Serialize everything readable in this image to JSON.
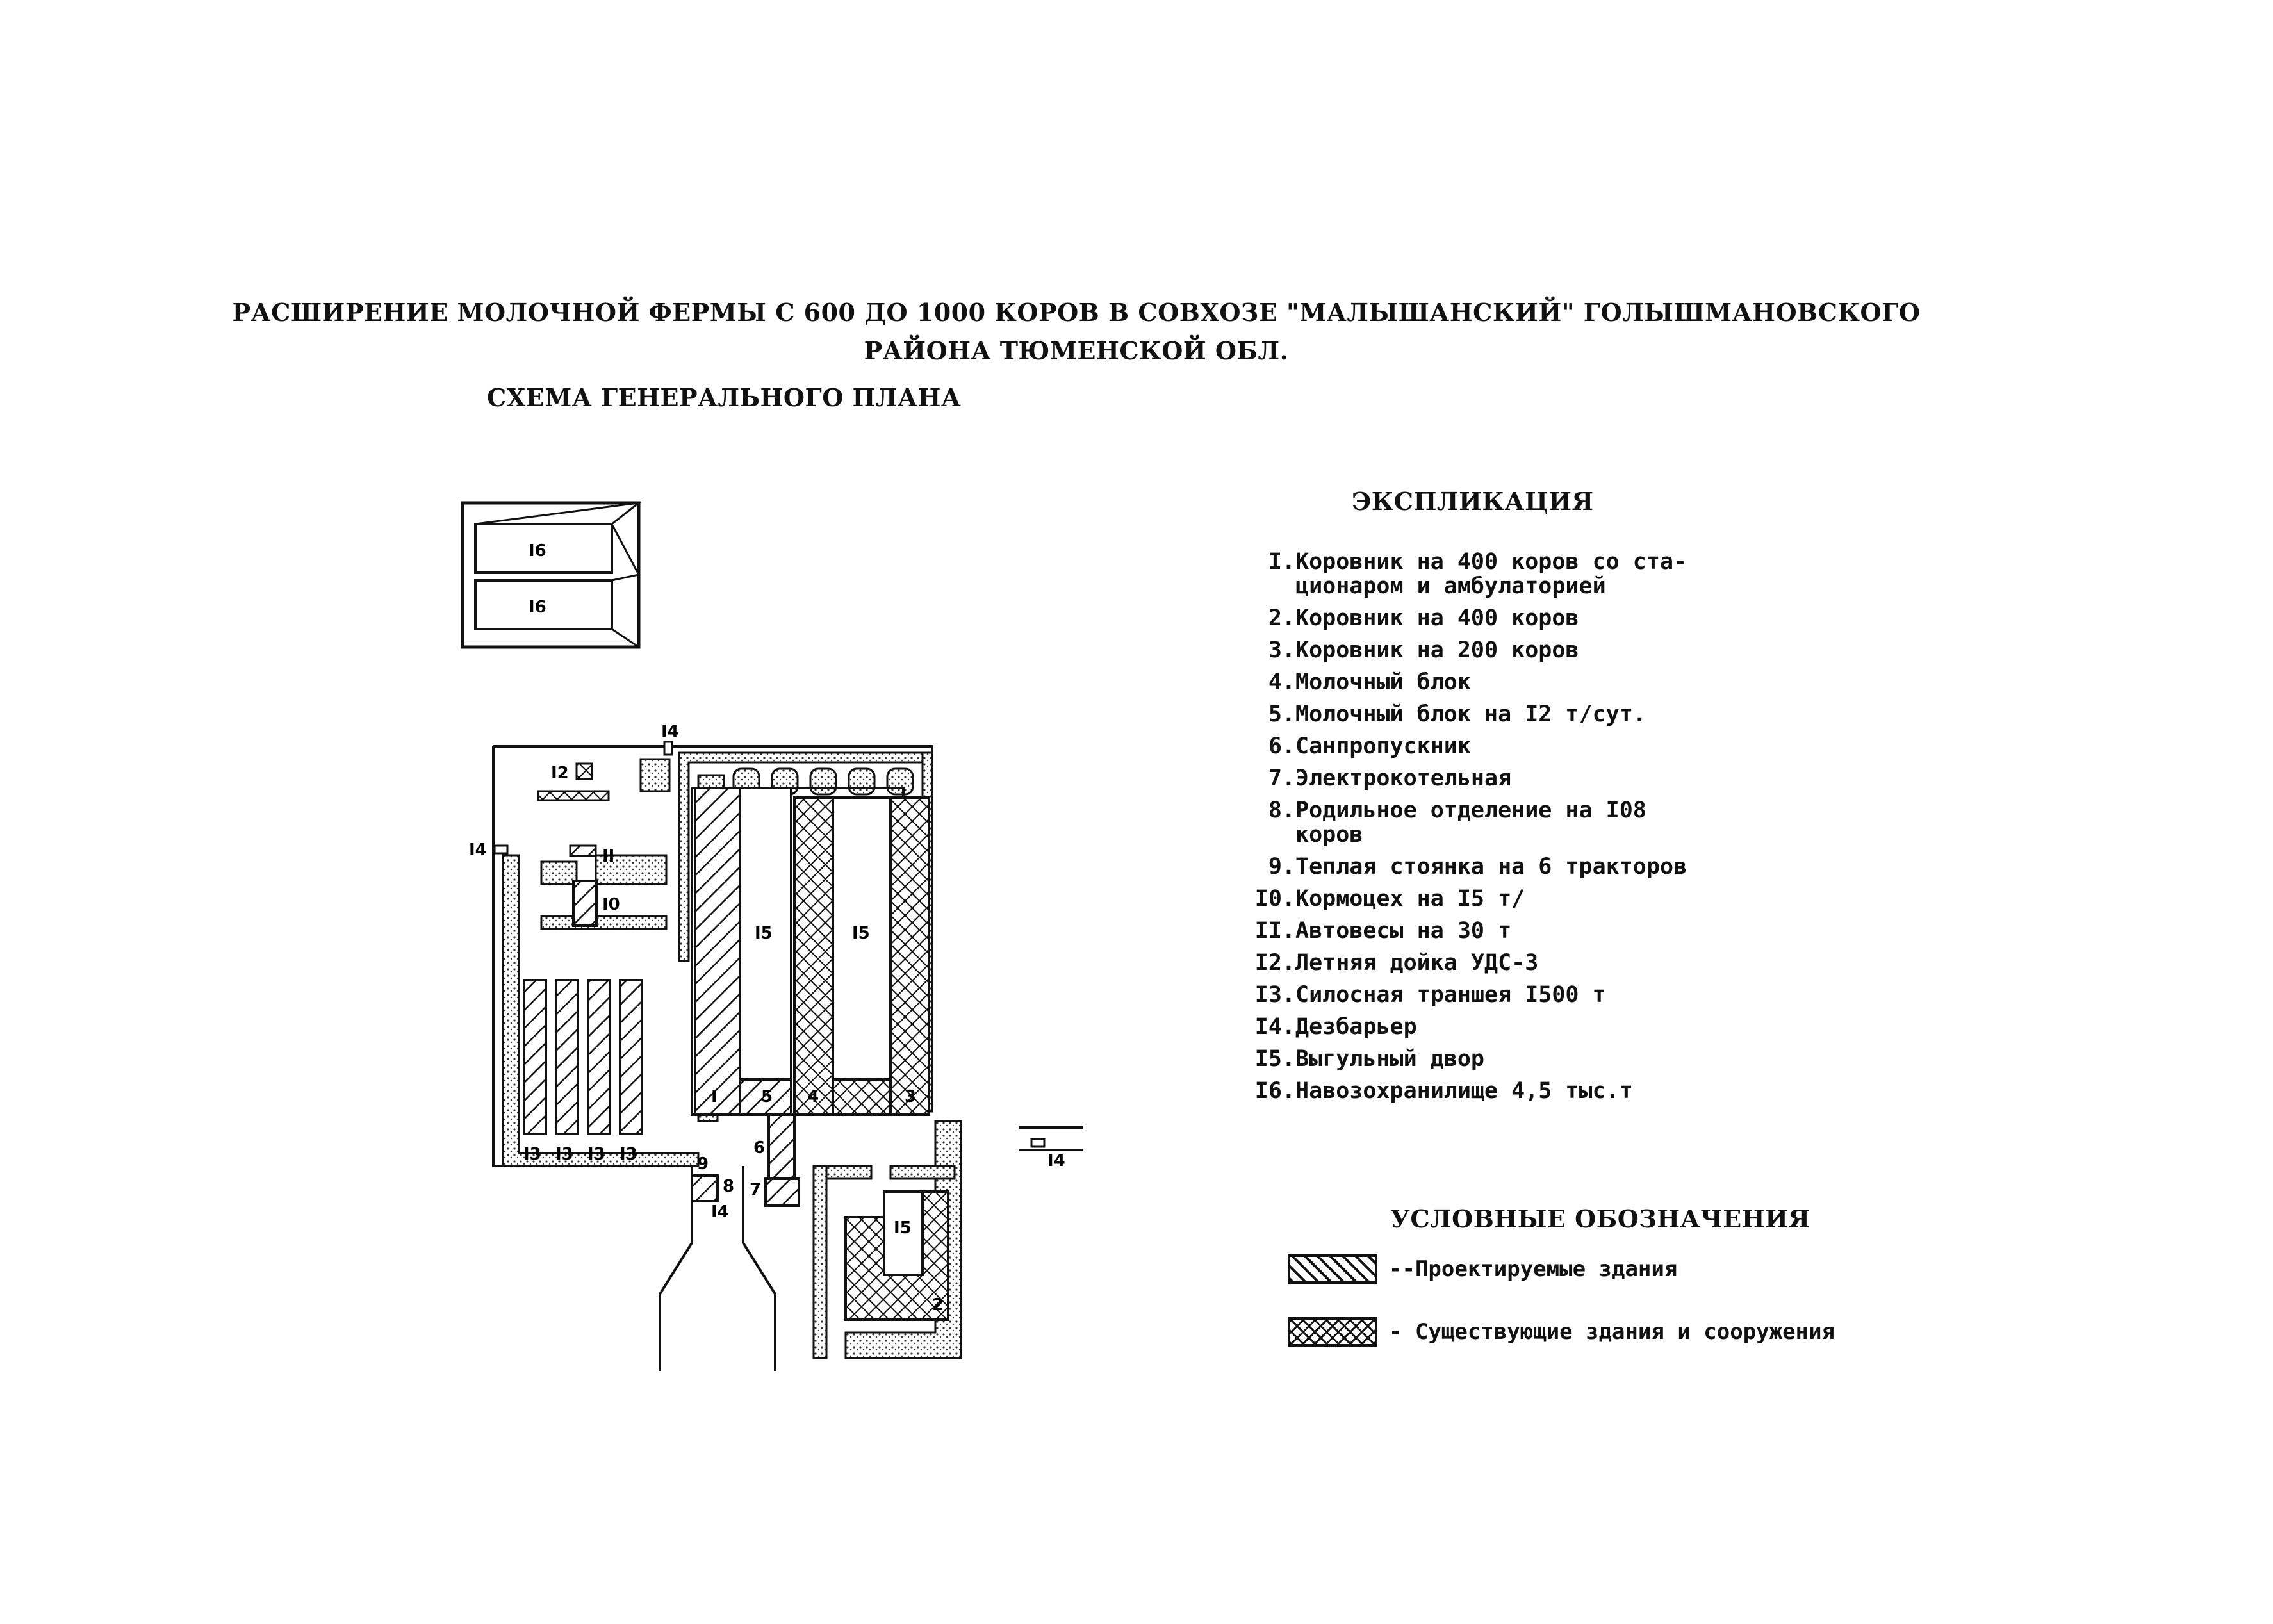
{
  "document": {
    "title_line1": "РАСШИРЕНИЕ МОЛОЧНОЙ ФЕРМЫ С 600 ДО 1000 КОРОВ В СОВХОЗЕ \"МАЛЫШАНСКИЙ\" ГОЛЫШМАНОВСКОГО",
    "title_line2": "РАЙОНА ТЮМЕНСКОЙ ОБЛ.",
    "subtitle": "СХЕМА ГЕНЕРАЛЬНОГО ПЛАНА"
  },
  "legend": {
    "heading": "ЭКСПЛИКАЦИЯ",
    "items": [
      {
        "num": "I.",
        "text": "Коровник на 400 коров со ста-\nционаром и амбулаторией"
      },
      {
        "num": "2.",
        "text": "Коровник на 400 коров"
      },
      {
        "num": "3.",
        "text": "Коровник на 200 коров"
      },
      {
        "num": "4.",
        "text": "Молочный блок"
      },
      {
        "num": "5.",
        "text": "Молочный блок на I2 т/сут."
      },
      {
        "num": "6.",
        "text": "Санпропускник"
      },
      {
        "num": "7.",
        "text": "Электрокотельная"
      },
      {
        "num": "8.",
        "text": "Родильное отделение на I08\nкоров"
      },
      {
        "num": "9.",
        "text": "Теплая стоянка на 6 тракторов"
      },
      {
        "num": "I0.",
        "text": "Кормоцех на I5 т/"
      },
      {
        "num": "II.",
        "text": "Автовесы на 30 т"
      },
      {
        "num": "I2.",
        "text": "Летняя дойка УДС-3"
      },
      {
        "num": "I3.",
        "text": "Силосная траншея I500 т"
      },
      {
        "num": "I4.",
        "text": "Дезбарьер"
      },
      {
        "num": "I5.",
        "text": "Выгульный двор"
      },
      {
        "num": "I6.",
        "text": "Навозохранилище 4,5 тыс.т"
      }
    ]
  },
  "symbols": {
    "heading": "УСЛОВНЫЕ ОБОЗНАЧЕНИЯ",
    "projected_label": "--Проектируемые здания",
    "existing_label": "- Существующие здания и сооружения"
  },
  "plan_labels": {
    "b16": "I6",
    "b15": "I5",
    "b14": "I4",
    "b13": "I3",
    "b12": "I2",
    "b11": "II",
    "b10": "I0",
    "b9": "9",
    "b8": "8",
    "b7": "7",
    "b6": "6",
    "b5": "5",
    "b4": "4",
    "b3": "3",
    "b2": "2",
    "b1": "I"
  }
}
